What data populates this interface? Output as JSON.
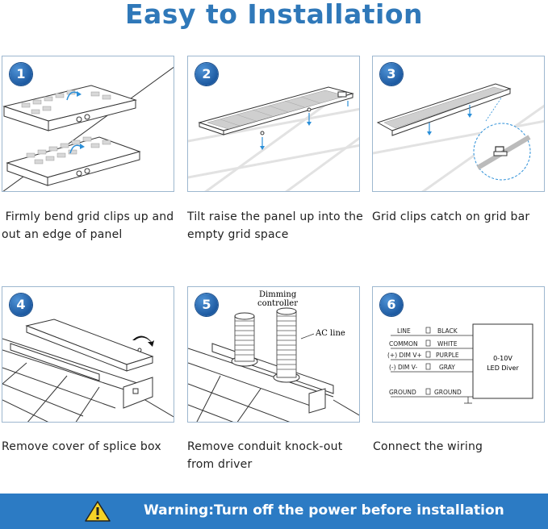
{
  "title": "Easy to Installation",
  "steps": [
    {
      "number": "1",
      "caption_line1": " Firmly bend grid clips up and",
      "caption_line2": "out an edge of panel"
    },
    {
      "number": "2",
      "caption_line1": "Tilt raise the panel up into the",
      "caption_line2": "empty grid space"
    },
    {
      "number": "3",
      "caption_line1": "Grid clips catch on grid bar",
      "caption_line2": ""
    },
    {
      "number": "4",
      "caption_line1": "Remove cover of splice box",
      "caption_line2": ""
    },
    {
      "number": "5",
      "caption_line1": "Remove conduit knock-out",
      "caption_line2": "from driver"
    },
    {
      "number": "6",
      "caption_line1": "Connect the wiring",
      "caption_line2": ""
    }
  ],
  "step5_labels": {
    "dimming_line1": "Dimming",
    "dimming_line2": "controller",
    "ac_line": "AC line"
  },
  "wiring": {
    "rows": [
      {
        "left": "LINE",
        "right": "BLACK"
      },
      {
        "left": "COMMON",
        "right": "WHITE"
      },
      {
        "left": "(+) DIM V+",
        "right": "PURPLE"
      },
      {
        "left": "(-) DIM V-",
        "right": "GRAY"
      },
      {
        "left": "GROUND",
        "right": "GROUND"
      }
    ],
    "driver_line1": "0-10V",
    "driver_line2": "LED Diver"
  },
  "warning": {
    "text": "Warning:Turn off the power before installation",
    "icon": "warning-triangle-icon",
    "bar_color": "#2c7bc4"
  },
  "colors": {
    "title": "#2f78b9",
    "badge": "#1d5aa1",
    "panel_border": "#9db7cf"
  }
}
